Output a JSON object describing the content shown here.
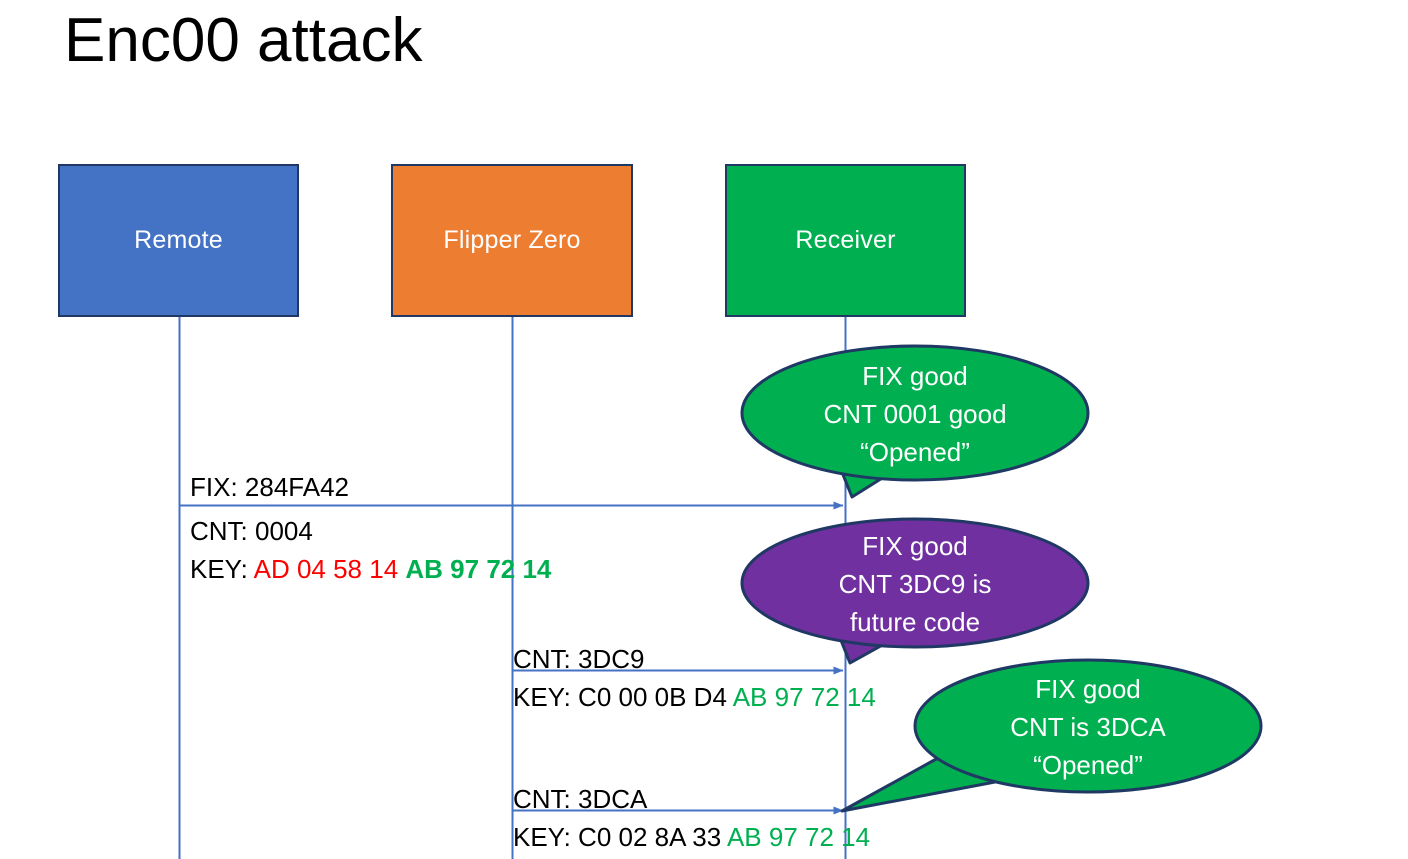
{
  "slide": {
    "title": "Enc00 attack",
    "background": "#FFFFFF"
  },
  "colors": {
    "remote_blue": "#4472C4",
    "flipper_orange": "#ED7D31",
    "receiver_green": "#00B050",
    "callout_purple": "#7030A0",
    "outline_navy": "#1F3864",
    "lifeline_blue": "#4472C4",
    "hex_red": "#FF0000",
    "hex_green": "#00B050",
    "text_black": "#000000"
  },
  "actors": [
    {
      "id": "remote",
      "label": "Remote",
      "fill": "#4472C4"
    },
    {
      "id": "flipper",
      "label": "Flipper Zero",
      "fill": "#ED7D31"
    },
    {
      "id": "receiver",
      "label": "Receiver",
      "fill": "#00B050"
    }
  ],
  "messages": [
    {
      "id": "msg-remote-fix",
      "from": "remote",
      "to": "receiver",
      "label": "FIX: 284FA42"
    },
    {
      "id": "msg-remote-cnt",
      "from": "remote",
      "label": "CNT: 0004"
    },
    {
      "id": "msg-remote-key",
      "from": "remote",
      "label_prefix": "KEY: ",
      "key_red": "AD 04 58 14",
      "key_green": "AB 97 72 14"
    },
    {
      "id": "msg-flipper-cnt-1",
      "from": "flipper",
      "to": "receiver",
      "label": "CNT: 3DC9"
    },
    {
      "id": "msg-flipper-key-1",
      "from": "flipper",
      "label_prefix": "KEY: C0 00 0B D4 ",
      "key_green": "AB 97 72 14"
    },
    {
      "id": "msg-flipper-cnt-2",
      "from": "flipper",
      "to": "receiver",
      "label": "CNT: 3DCA"
    },
    {
      "id": "msg-flipper-key-2",
      "from": "flipper",
      "label_prefix": "KEY: C0 02 8A 33 ",
      "key_green": "AB 97 72 14"
    }
  ],
  "callouts": [
    {
      "id": "callout-1",
      "fill": "#00B050",
      "lines": [
        "FIX good",
        "CNT 0001 good",
        "“Opened”"
      ]
    },
    {
      "id": "callout-2",
      "fill": "#7030A0",
      "lines": [
        "FIX good",
        "CNT 3DC9 is",
        "future code"
      ]
    },
    {
      "id": "callout-3",
      "fill": "#00B050",
      "lines": [
        "FIX good",
        "CNT is 3DCA",
        "“Opened”"
      ]
    }
  ]
}
